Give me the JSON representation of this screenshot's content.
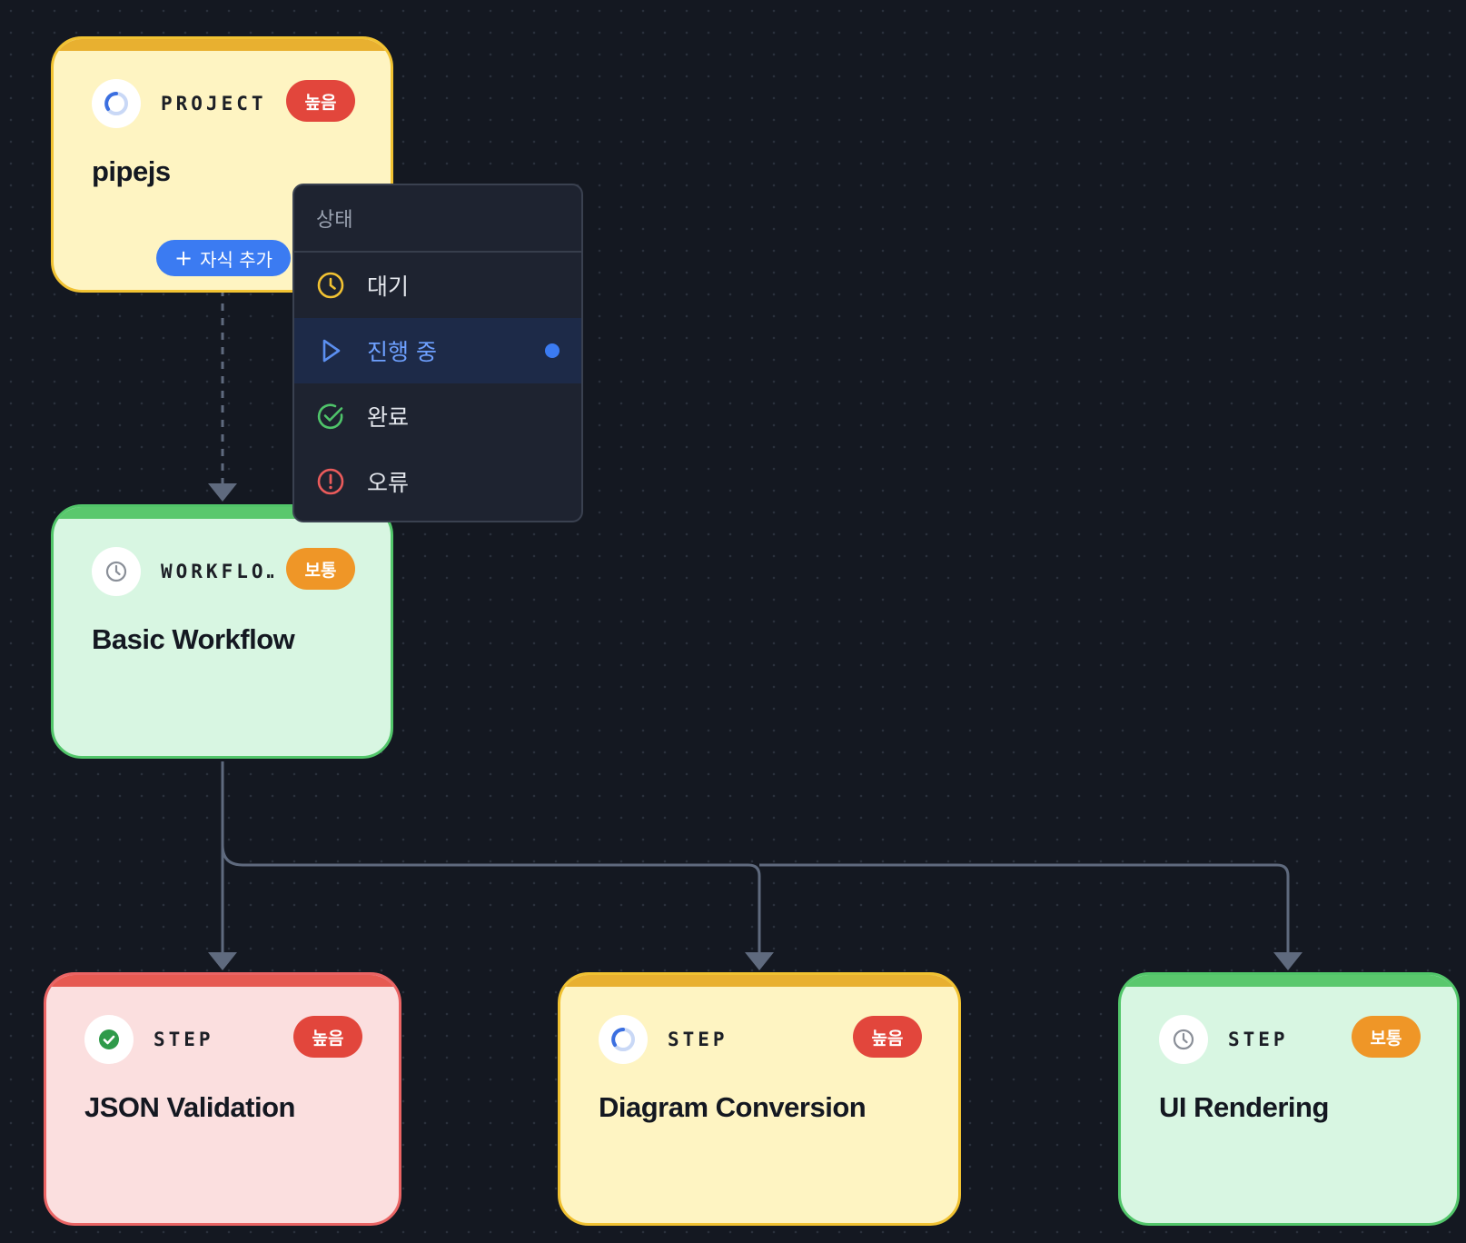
{
  "colors": {
    "canvas_bg": "#141821",
    "edge": "#5f6a7e",
    "yellow_fill": "#fef4c2",
    "yellow_border": "#f1c232",
    "yellow_bar": "#e8b030",
    "green_fill": "#d8f6e2",
    "green_border": "#52c66a",
    "green_bar": "#5ac86d",
    "red_fill": "#fbdfdf",
    "red_border": "#ea6464",
    "red_bar": "#e65a52",
    "badge_high": "#e2463c",
    "badge_medium": "#ef9627",
    "accent_blue": "#3b7bf2"
  },
  "nodes": {
    "project": {
      "type": "PROJECT",
      "title": "pipejs",
      "priority": "높음",
      "status_icon": "spinner-icon",
      "add_child_label": "자식 추가"
    },
    "workflow": {
      "type": "WORKFLO…",
      "title": "Basic Workflow",
      "priority": "보통",
      "status_icon": "clock-icon"
    },
    "step_json": {
      "type": "STEP",
      "title": "JSON Validation",
      "priority": "높음",
      "status_icon": "check-circle-icon"
    },
    "step_diagram": {
      "type": "STEP",
      "title": "Diagram Conversion",
      "priority": "높음",
      "status_icon": "spinner-icon"
    },
    "step_ui": {
      "type": "STEP",
      "title": "UI Rendering",
      "priority": "보통",
      "status_icon": "clock-icon"
    }
  },
  "status_menu": {
    "header": "상태",
    "items": [
      {
        "label": "대기",
        "icon": "clock-icon",
        "color": "#f2c232"
      },
      {
        "label": "진행 중",
        "icon": "play-icon",
        "color": "#5b8ff0",
        "selected": true
      },
      {
        "label": "완료",
        "icon": "check-circle-icon",
        "color": "#4fc46a"
      },
      {
        "label": "오류",
        "icon": "alert-circle-icon",
        "color": "#ea5b5b"
      }
    ]
  }
}
